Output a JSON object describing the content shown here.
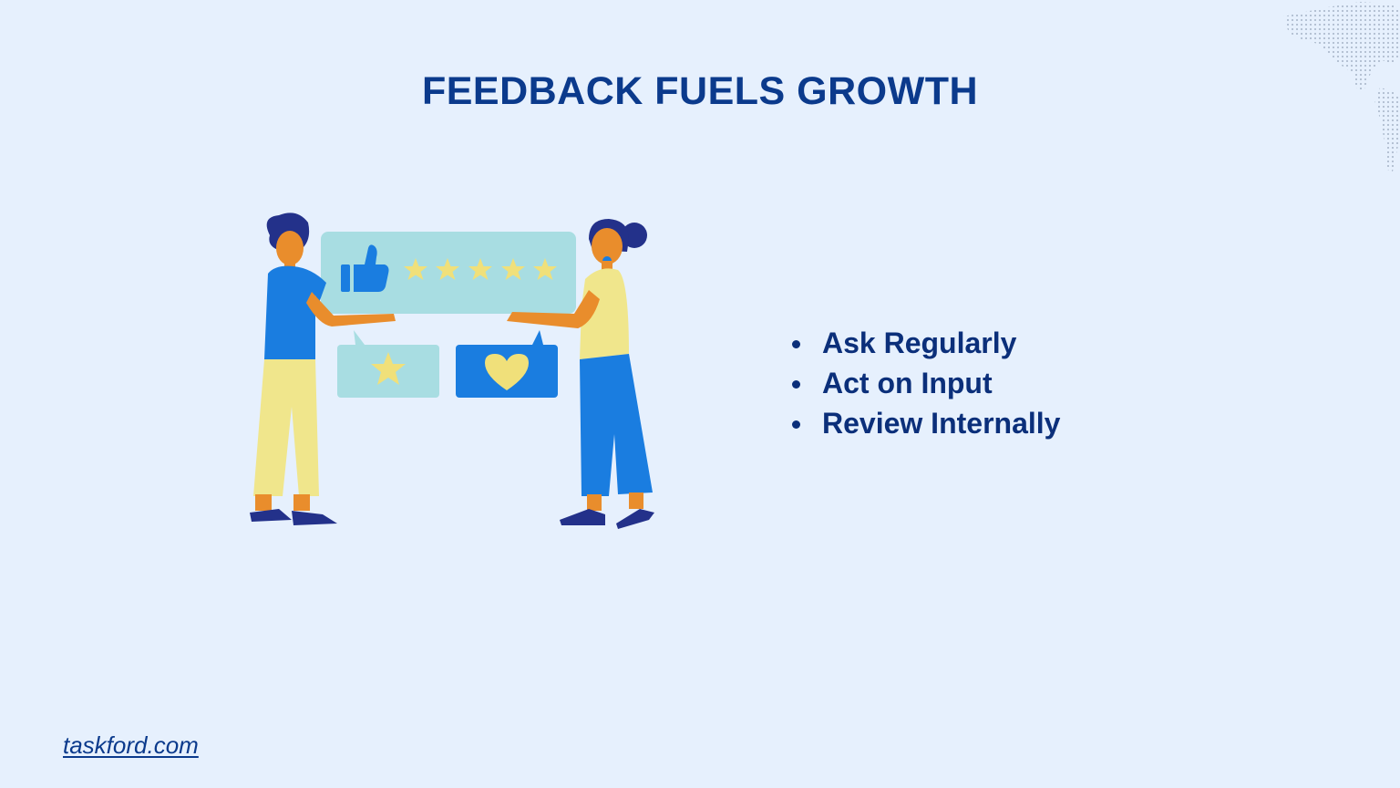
{
  "slide": {
    "title": "FEEDBACK FUELS GROWTH",
    "bullets": [
      "Ask Regularly",
      "Act on Input",
      "Review Internally"
    ]
  },
  "footer": {
    "link_text": "taskford.com"
  },
  "illustration": {
    "icons": [
      "thumbs-up-icon",
      "star-icon",
      "heart-icon"
    ],
    "star_count": 5
  },
  "colors": {
    "background": "#e6f0fd",
    "title": "#0b3a8c",
    "bullet_text": "#0b2f7a",
    "accent_blue": "#1a7de0",
    "panel_teal": "#a8dde2",
    "star_yellow": "#f0e07a"
  }
}
